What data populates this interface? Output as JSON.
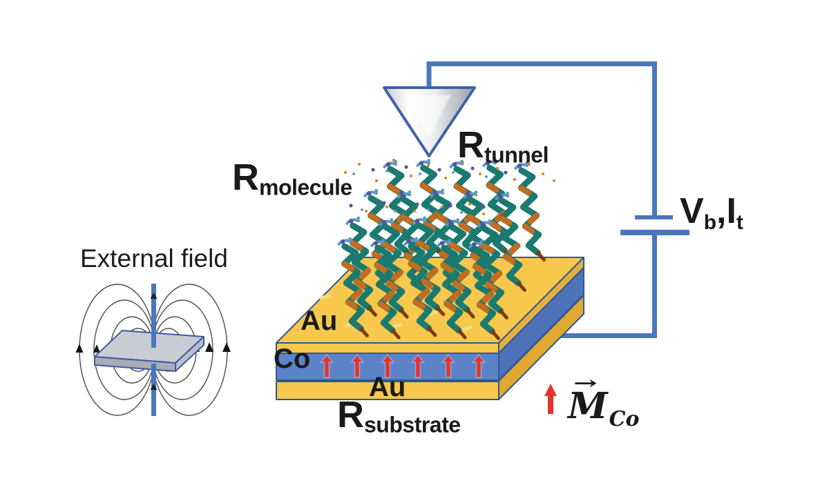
{
  "figure": {
    "external_field_label": "External field",
    "r_molecule": {
      "base": "R",
      "sub": "molecule"
    },
    "r_tunnel": {
      "base": "R",
      "sub": "tunnel"
    },
    "r_substrate": {
      "base": "R",
      "sub": "substrate"
    },
    "bias_current_label": {
      "v": "V",
      "v_sub": "b",
      "comma": ",",
      "i": "I",
      "i_sub": "t"
    },
    "layer_au_top": "Au",
    "layer_co": "Co",
    "layer_au_bottom": "Au",
    "magnetization": {
      "vector_arrow": "→",
      "base": "M",
      "sub": "Co"
    }
  },
  "colors": {
    "wire_blue": "#4a77bd",
    "outline_navy": "#2e5597",
    "gold": "#f7c84b",
    "gold_side": "#dfa92f",
    "gold_side_thin": "#e2b13c",
    "cobalt_blue": "#5c82c8",
    "cobalt_side": "#4f73b8",
    "arrow_red": "#e8312b",
    "helix_teal": "#1b7a6f",
    "helix_orange": "#c76b1e",
    "plate_gray": "#c9cdd3",
    "text_black": "#1a1a1a"
  }
}
